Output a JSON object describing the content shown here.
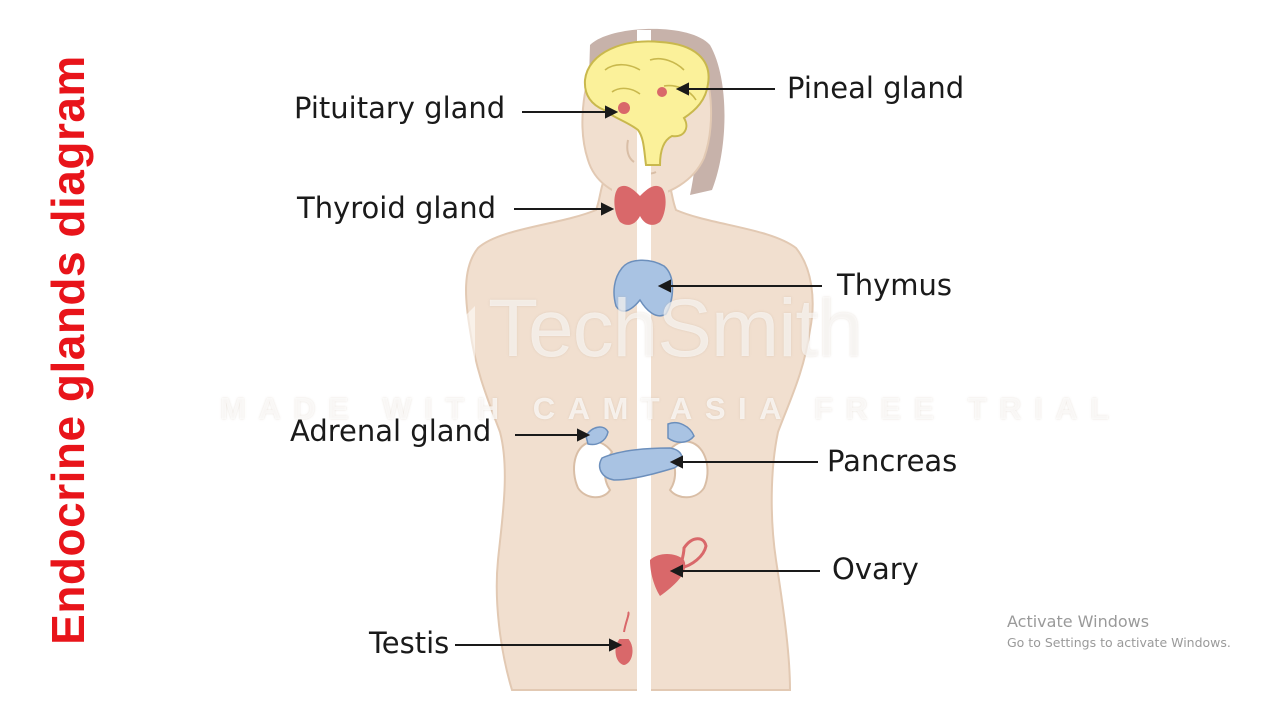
{
  "title": "Endocrine glands diagram",
  "colors": {
    "title": "#e8141a",
    "skin": "#f1dfcf",
    "skin_outline": "#e2c9b3",
    "hair": "#c7b2aa",
    "brain": "#fbf19a",
    "brain_outline": "#c9b84d",
    "red_gland": "#d9686a",
    "blue_gland": "#a9c3e3",
    "blue_gland_outline": "#6c8fbc",
    "label_text": "#1a1a1a",
    "line": "#1a1a1a"
  },
  "labels": {
    "pituitary": "Pituitary gland",
    "pineal": "Pineal gland",
    "thyroid": "Thyroid gland",
    "thymus": "Thymus",
    "adrenal": "Adrenal gland",
    "pancreas": "Pancreas",
    "ovary": "Ovary",
    "testis": "Testis"
  },
  "watermark": {
    "brand": "TechSmith",
    "subtitle": "MADE WITH CAMTASIA FREE TRIAL"
  },
  "activation": {
    "title": "Activate Windows",
    "subtitle": "Go to Settings to activate Windows."
  }
}
